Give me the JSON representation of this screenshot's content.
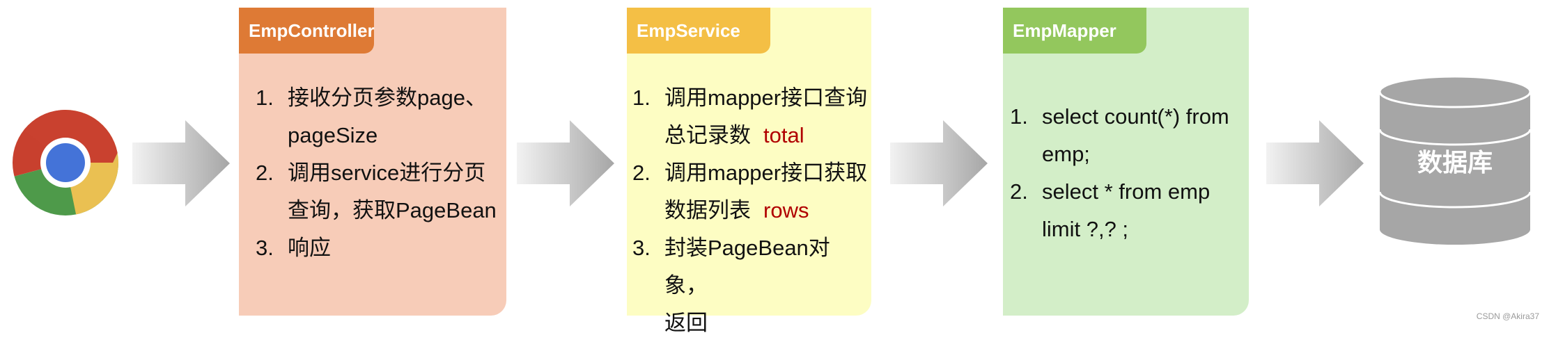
{
  "controller": {
    "title": "EmpController",
    "steps": [
      {
        "num": "1.",
        "lines": [
          "接收分页参数page、",
          "pageSize"
        ]
      },
      {
        "num": "2.",
        "lines": [
          "调用service进行分页",
          "查询，获取PageBean"
        ]
      },
      {
        "num": "3.",
        "lines": [
          "响应"
        ]
      }
    ]
  },
  "service": {
    "title": "EmpService",
    "steps": [
      {
        "num": "1.",
        "lines": [
          "调用mapper接口查询",
          "总记录数"
        ],
        "highlight": "total"
      },
      {
        "num": "2.",
        "lines": [
          "调用mapper接口获取",
          "数据列表"
        ],
        "highlight": "rows"
      },
      {
        "num": "3.",
        "lines": [
          "封装PageBean对象，",
          "返回"
        ]
      }
    ]
  },
  "mapper": {
    "title": "EmpMapper",
    "steps": [
      {
        "num": "1.",
        "lines": [
          "select count(*) from",
          "emp;"
        ]
      },
      {
        "num": "2.",
        "lines": [
          "select * from emp",
          "limit ?,? ;"
        ]
      }
    ]
  },
  "database": {
    "label": "数据库"
  },
  "watermark": "CSDN @Akira37",
  "colors": {
    "controller_bg": "#f7ccb8",
    "controller_tab": "#de7a35",
    "service_bg": "#fdfdc3",
    "service_tab": "#f4bf45",
    "mapper_bg": "#d3eec8",
    "mapper_tab": "#93c75d",
    "highlight": "#b00000",
    "database": "#a6a6a6"
  },
  "icons": {
    "client": "chrome-browser-icon",
    "flow": "arrow-right-icon",
    "storage": "database-cylinder-icon"
  }
}
